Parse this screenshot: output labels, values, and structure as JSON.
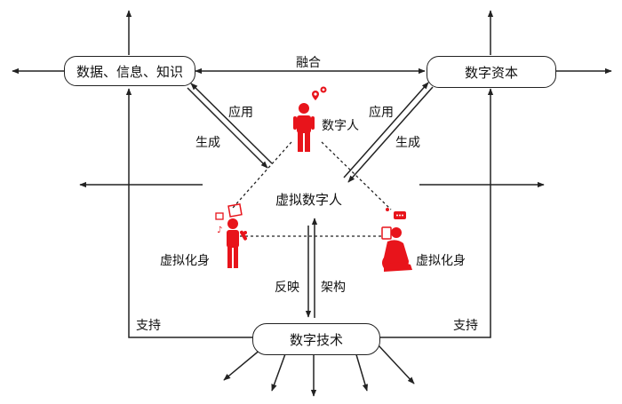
{
  "nodes": {
    "data_info_knowledge": "数据、信息、知识",
    "digital_capital": "数字资本",
    "virtual_human": "虚拟数字人",
    "digital_tech": "数字技术"
  },
  "figures": {
    "digital_human": "数字人",
    "avatar_left": "虚拟化身",
    "avatar_right": "虚拟化身"
  },
  "edge_labels": {
    "fusion": "融合",
    "apply_left": "应用",
    "generate_left": "生成",
    "apply_right": "应用",
    "generate_right": "生成",
    "reflect": "反映",
    "architect": "架构",
    "support_left": "支持",
    "support_right": "支持"
  },
  "colors": {
    "figure_red": "#e8141b",
    "line": "#222222"
  },
  "icons": [
    "person-icon",
    "location-pin-icon",
    "gear-icon",
    "tablet-icon",
    "chat-bubble-icon",
    "music-note-icon"
  ]
}
